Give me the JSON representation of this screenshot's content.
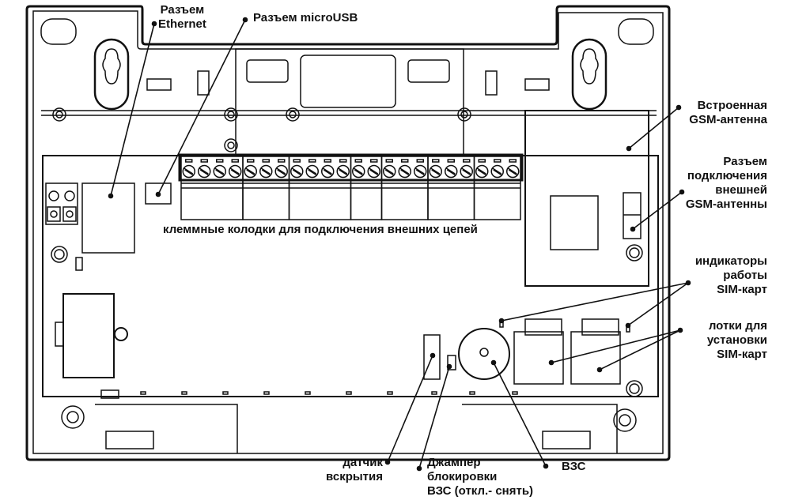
{
  "diagram": {
    "title": "Device enclosure board layout",
    "colors": {
      "line": "#111111",
      "background": "#ffffff"
    },
    "terminal_block": {
      "groups": [
        4,
        3,
        4,
        2,
        3,
        3,
        3
      ]
    },
    "labels": {
      "ethernet": {
        "lines": [
          "Разъем",
          "Ethernet"
        ]
      },
      "microusb": {
        "lines": [
          "Разъем microUSB"
        ]
      },
      "gsm_internal": {
        "lines": [
          "Встроенная",
          "GSM-антенна"
        ]
      },
      "gsm_external": {
        "lines": [
          "Разъем",
          "подключения",
          "внешней",
          "GSM-антенны"
        ]
      },
      "terminals": {
        "lines": [
          "клеммные колодки для подключения внешних цепей"
        ]
      },
      "sim_leds": {
        "lines": [
          "индикаторы",
          "работы",
          "SIM-карт"
        ]
      },
      "sim_trays": {
        "lines": [
          "лотки для",
          "установки",
          "SIM-карт"
        ]
      },
      "tamper": {
        "lines": [
          "датчик",
          "вскрытия"
        ]
      },
      "jumper": {
        "lines": [
          "Джампер",
          "блокировки",
          "ВЗС (откл.- снять)"
        ]
      },
      "buzzer": {
        "lines": [
          "ВЗС"
        ]
      }
    }
  }
}
